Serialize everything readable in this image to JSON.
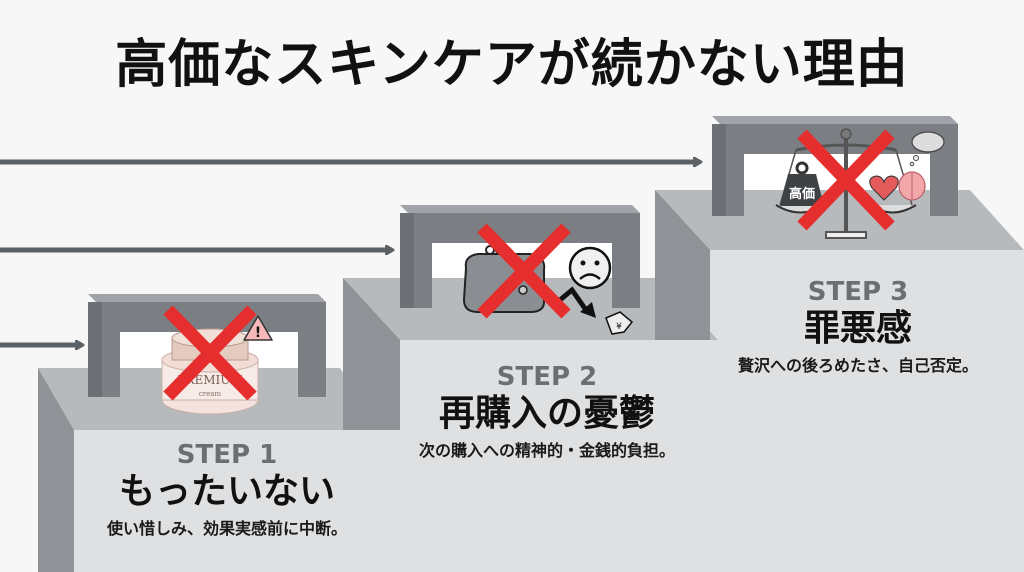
{
  "title": "高価なスキンケアが続かない理由",
  "colors": {
    "background": "#f7f7f7",
    "block_face": "#dfe0e2",
    "block_top": "#b7babd",
    "block_side": "#8f9398",
    "frame": "#7b7f84",
    "arrow": "#5c6166",
    "cross": "#e62e2e",
    "step_label": "#6b6f74"
  },
  "steps": [
    {
      "label": "STEP 1",
      "heading": "もったいない",
      "description": "使い惜しみ、効果実感前に中断。",
      "icon": "premium-cream-jar-icon",
      "icon_text": {
        "brand": "PREMIUM",
        "sub": "cream"
      },
      "badge": "warning-icon"
    },
    {
      "label": "STEP 2",
      "heading": "再購入の憂鬱",
      "description": "次の購入への精神的・金銭的負担。",
      "icon": "coin-purse-icon",
      "extra_icons": [
        "sad-face-icon",
        "down-arrow-icon",
        "yen-price-tag-icon"
      ]
    },
    {
      "label": "STEP 3",
      "heading": "罪悪感",
      "description": "贅沢への後ろめたさ、自己否定。",
      "icon": "balance-scale-icon",
      "weight_text": "高価",
      "extra_icons": [
        "heart-icon",
        "brain-icon",
        "thought-bubble-icon"
      ]
    }
  ]
}
